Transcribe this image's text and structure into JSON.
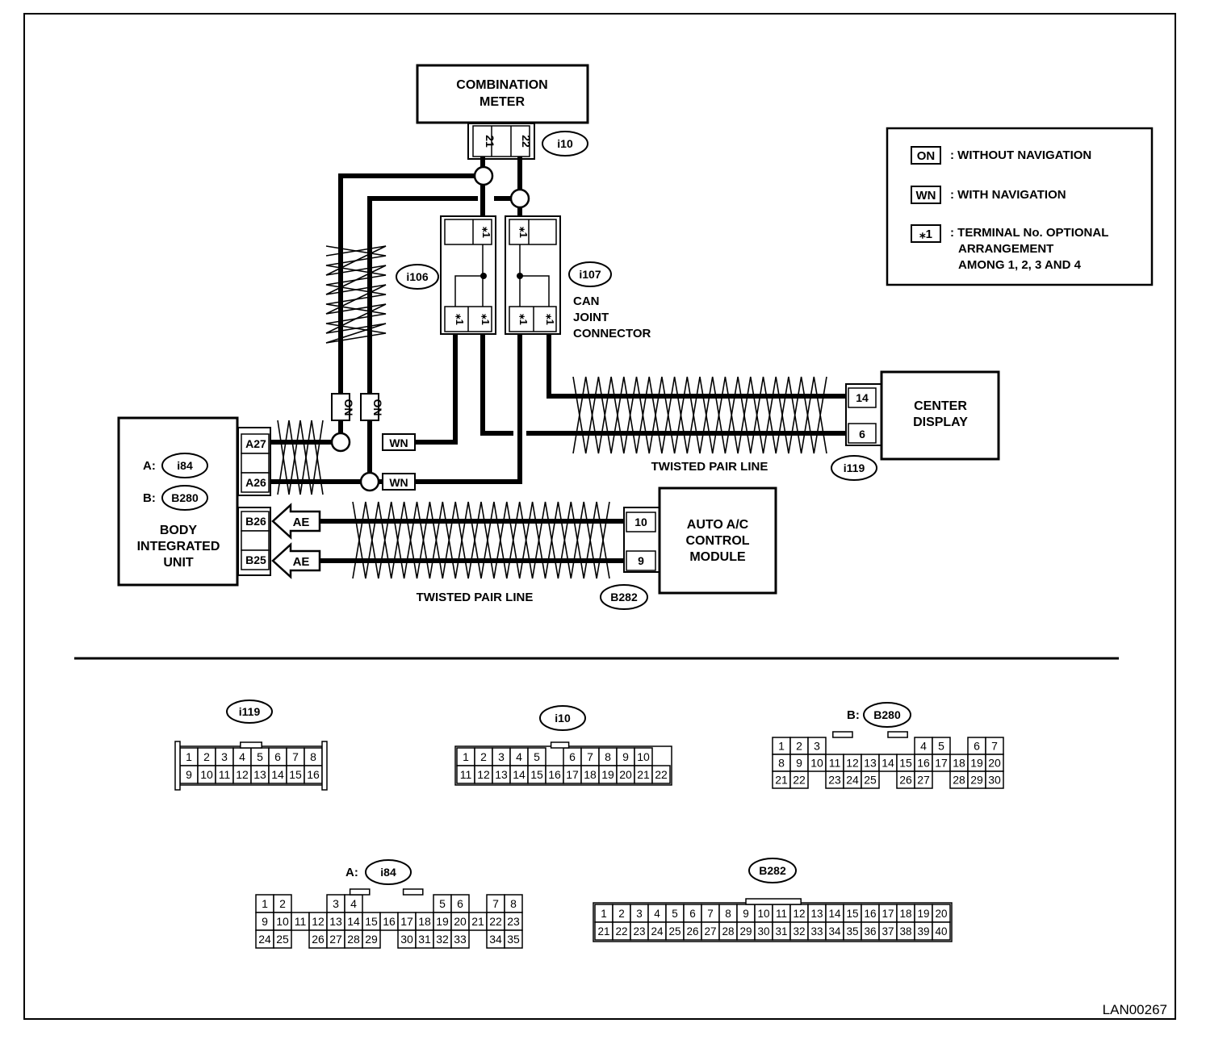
{
  "combination_meter": {
    "line1": "COMBINATION",
    "line2": "METER",
    "connector": "i10",
    "pins": [
      "21",
      "22"
    ]
  },
  "legend": {
    "on_code": "ON",
    "on_text": ": WITHOUT NAVIGATION",
    "wn_code": "WN",
    "wn_text": ": WITH NAVIGATION",
    "star_code": "⁎1",
    "star_text1": ": TERMINAL No. OPTIONAL",
    "star_text2": "ARRANGEMENT",
    "star_text3": "AMONG 1, 2, 3  AND 4"
  },
  "joint": {
    "i106": "i106",
    "i107": "i107",
    "label1": "CAN",
    "label2": "JOINT",
    "label3": "CONNECTOR",
    "star_pin": "⁎1"
  },
  "center_display": {
    "line1": "CENTER",
    "line2": "DISPLAY",
    "connector": "i119",
    "pins": [
      "14",
      "6"
    ]
  },
  "body_unit": {
    "line1": "BODY",
    "line2": "INTEGRATED",
    "line3": "UNIT",
    "a_prefix": "A:",
    "a_conn": "i84",
    "b_prefix": "B:",
    "b_conn": "B280",
    "pins": [
      "A27",
      "A26",
      "B26",
      "B25"
    ]
  },
  "ac_module": {
    "line1": "AUTO A/C",
    "line2": "CONTROL",
    "line3": "MODULE",
    "connector": "B282",
    "pins": [
      "10",
      "9"
    ]
  },
  "codes": {
    "on": "ON",
    "wn": "WN",
    "ae": "AE"
  },
  "twisted_pair_label": "TWISTED PAIR LINE",
  "connectors": {
    "i119": {
      "name": "i119",
      "rows": [
        [
          "1",
          "2",
          "3",
          "4",
          "5",
          "6",
          "7",
          "8"
        ],
        [
          "9",
          "10",
          "11",
          "12",
          "13",
          "14",
          "15",
          "16"
        ]
      ]
    },
    "i10": {
      "name": "i10",
      "rows": [
        [
          "1",
          "2",
          "3",
          "4",
          "5",
          "",
          "6",
          "7",
          "8",
          "9",
          "10"
        ],
        [
          "11",
          "12",
          "13",
          "14",
          "15",
          "16",
          "17",
          "18",
          "19",
          "20",
          "21",
          "22"
        ]
      ]
    },
    "b280": {
      "prefix": "B:",
      "name": "B280",
      "rows": [
        [
          "1",
          "2",
          "3",
          "",
          "",
          "",
          "",
          "",
          "4",
          "5",
          "",
          "6",
          "7"
        ],
        [
          "8",
          "9",
          "10",
          "11",
          "12",
          "13",
          "14",
          "15",
          "16",
          "17",
          "18",
          "19",
          "20"
        ],
        [
          "21",
          "22",
          "",
          "23",
          "24",
          "25",
          "",
          "26",
          "27",
          "",
          "28",
          "29",
          "30"
        ]
      ]
    },
    "i84": {
      "prefix": "A:",
      "name": "i84",
      "rows": [
        [
          "1",
          "2",
          "",
          "",
          "3",
          "4",
          "",
          "",
          "",
          "",
          "5",
          "6",
          "",
          "7",
          "8"
        ],
        [
          "9",
          "10",
          "11",
          "12",
          "13",
          "14",
          "15",
          "16",
          "17",
          "18",
          "19",
          "20",
          "21",
          "22",
          "23"
        ],
        [
          "24",
          "25",
          "",
          "26",
          "27",
          "28",
          "29",
          "",
          "30",
          "31",
          "32",
          "33",
          "",
          "34",
          "35"
        ]
      ]
    },
    "b282": {
      "name": "B282",
      "rows": [
        [
          "1",
          "2",
          "3",
          "4",
          "5",
          "6",
          "7",
          "8",
          "9",
          "10",
          "11",
          "12",
          "13",
          "14",
          "15",
          "16",
          "17",
          "18",
          "19",
          "20"
        ],
        [
          "21",
          "22",
          "23",
          "24",
          "25",
          "26",
          "27",
          "28",
          "29",
          "30",
          "31",
          "32",
          "33",
          "34",
          "35",
          "36",
          "37",
          "38",
          "39",
          "40"
        ]
      ]
    }
  },
  "figure_code": "LAN00267"
}
